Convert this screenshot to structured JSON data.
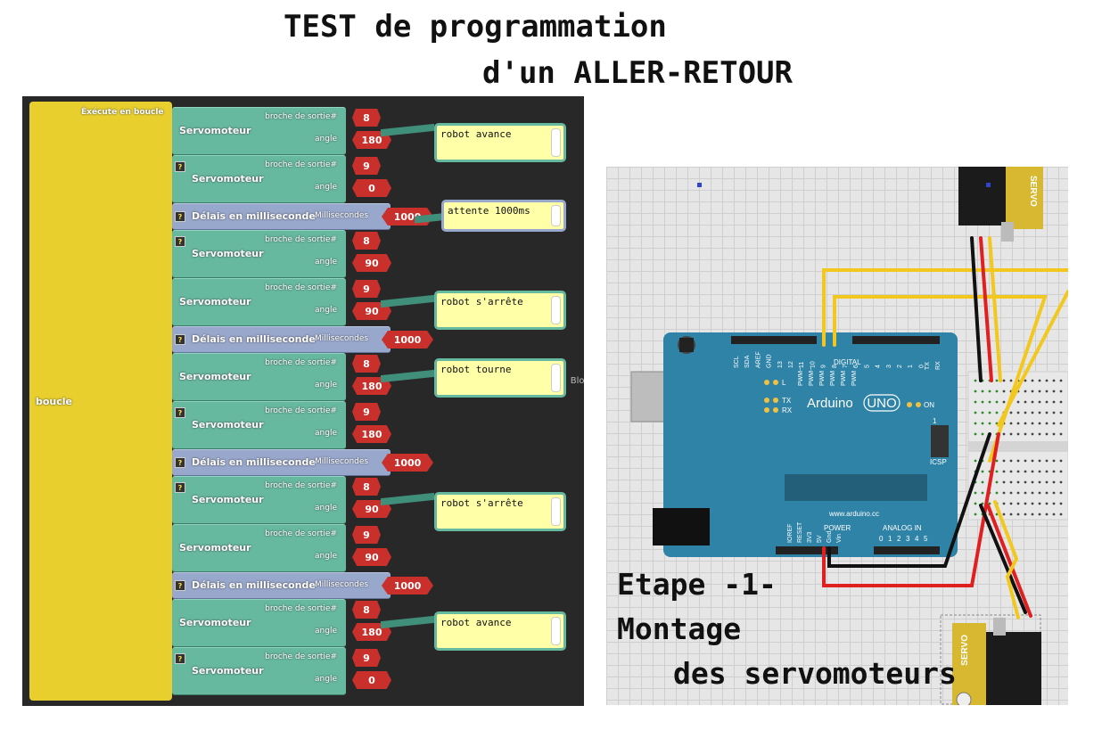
{
  "title": {
    "line1": "TEST de programmation",
    "line2": "d'un ALLER-RETOUR"
  },
  "loop": {
    "label_top": "Éxécute en boucle",
    "label_side": "boucle"
  },
  "labels": {
    "servo": "Servomoteur",
    "pin": "broche de sortie#",
    "angle": "angle",
    "delay": "Délais en milliseconde",
    "ms": "Millisecondes",
    "help": "?"
  },
  "blocks": [
    {
      "type": "servo",
      "pin": "8",
      "angle": "180"
    },
    {
      "type": "servo",
      "pin": "9",
      "angle": "0"
    },
    {
      "type": "delay",
      "ms": "1000"
    },
    {
      "type": "servo",
      "pin": "8",
      "angle": "90"
    },
    {
      "type": "servo",
      "pin": "9",
      "angle": "90"
    },
    {
      "type": "delay",
      "ms": "1000"
    },
    {
      "type": "servo",
      "pin": "8",
      "angle": "180"
    },
    {
      "type": "servo",
      "pin": "9",
      "angle": "180"
    },
    {
      "type": "delay",
      "ms": "1000"
    },
    {
      "type": "servo",
      "pin": "8",
      "angle": "90"
    },
    {
      "type": "servo",
      "pin": "9",
      "angle": "90"
    },
    {
      "type": "delay",
      "ms": "1000"
    },
    {
      "type": "servo",
      "pin": "8",
      "angle": "180"
    },
    {
      "type": "servo",
      "pin": "9",
      "angle": "0"
    }
  ],
  "comments": [
    "robot avance",
    "attente 1000ms",
    "robot s'arrête",
    "robot tourne",
    "robot s'arrête",
    "robot avance"
  ],
  "workspace_edge_text": "Bloc",
  "simulator": {
    "servo_label": "SERVO",
    "board": {
      "brand": "Arduino",
      "model": "UNO",
      "website": "www.arduino.cc",
      "digital": "DIGITAL",
      "power": "POWER",
      "analog": "ANALOG IN",
      "on": "ON",
      "icsp": "ICSP",
      "icsp_num": "1",
      "l": "L",
      "tx": "TX",
      "rx": "RX",
      "top_pins": [
        "SCL",
        "SDA",
        "AREF",
        "GND",
        "13",
        "12",
        "11",
        "10",
        "9",
        "8",
        "7",
        "6",
        "5",
        "4",
        "3",
        "2",
        "1",
        "0"
      ],
      "pwm": [
        "PWM~",
        "PWM~",
        "PWM",
        "PWM",
        "PWM",
        "PWM"
      ],
      "txrx": [
        "TX",
        "RX"
      ],
      "power_pins": [
        "IOREF",
        "RESET",
        "3V3",
        "5V",
        "Gnd",
        "Vin"
      ],
      "analog_pins": [
        "0",
        "1",
        "2",
        "3",
        "4",
        "5"
      ]
    }
  },
  "etape": {
    "line1": "Etape -1-",
    "line2": "Montage",
    "line3": "des servomoteurs"
  },
  "colors": {
    "servo_block": "#66b89f",
    "delay_block": "#98a7cc",
    "number_field": "#c9302c",
    "loop_block": "#e8cf2e",
    "comment_bg": "#ffffa8",
    "board": "#2f83a6",
    "wire_yellow": "#f2c81e",
    "wire_red": "#e02020",
    "wire_black": "#111111"
  }
}
